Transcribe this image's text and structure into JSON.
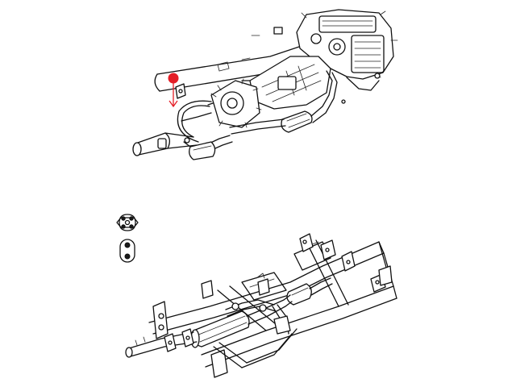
{
  "diagram": {
    "accent_color": "#e41e26",
    "line_color": "#111111",
    "background": "#ffffff",
    "icons": {
      "callout": "red-pin-with-down-arrow",
      "legend_item_1": "round-rubber-isolator-four-holes",
      "legend_item_2": "oval-rubber-hanger-two-holes"
    }
  }
}
